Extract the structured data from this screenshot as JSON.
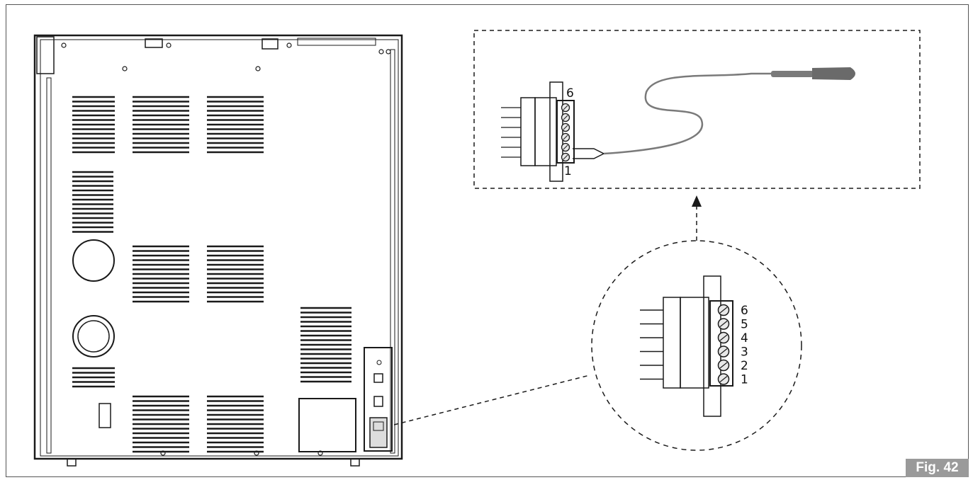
{
  "figure": {
    "label": "Fig. 42"
  },
  "detail": {
    "top_pin_label": "6",
    "bottom_pin_label": "1"
  },
  "zoom": {
    "pin_labels": [
      "6",
      "5",
      "4",
      "3",
      "2",
      "1"
    ]
  },
  "colors": {
    "line": "#1a1a1a",
    "cable": "#7a7a7a",
    "probe": "#6a6a6a",
    "badge": "#9a9a9a"
  }
}
